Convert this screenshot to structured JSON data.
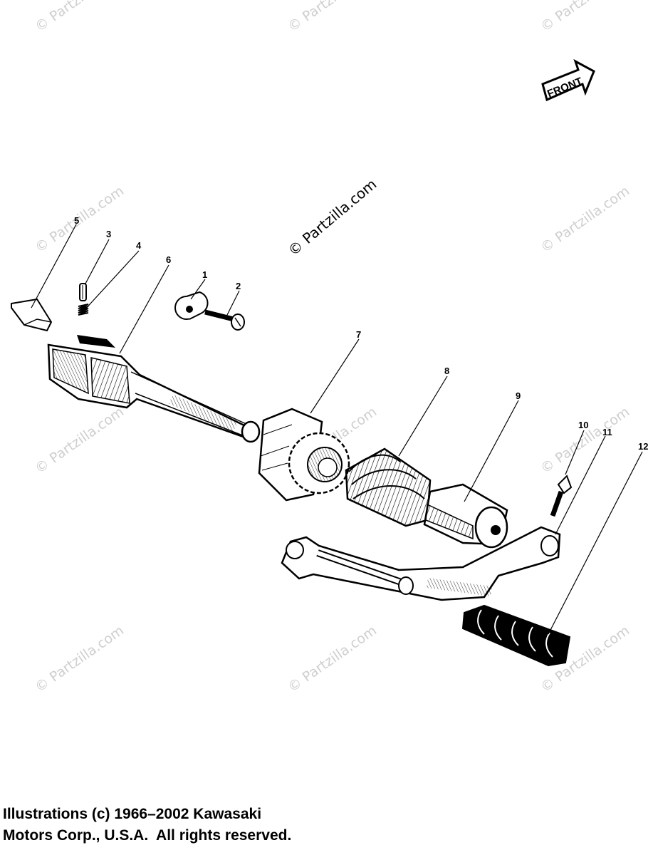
{
  "diagram": {
    "front_label": "FRONT",
    "main_watermark": "© Partzilla.com",
    "tile_watermark": "© Partzilla.com",
    "callouts": [
      "1",
      "2",
      "3",
      "4",
      "5",
      "6",
      "7",
      "8",
      "9",
      "10",
      "11",
      "12"
    ]
  },
  "footer": {
    "line1": "Illustrations (c) 1966–2002 Kawasaki",
    "line2": "Motors Corp., U.S.A.  All rights reserved."
  }
}
